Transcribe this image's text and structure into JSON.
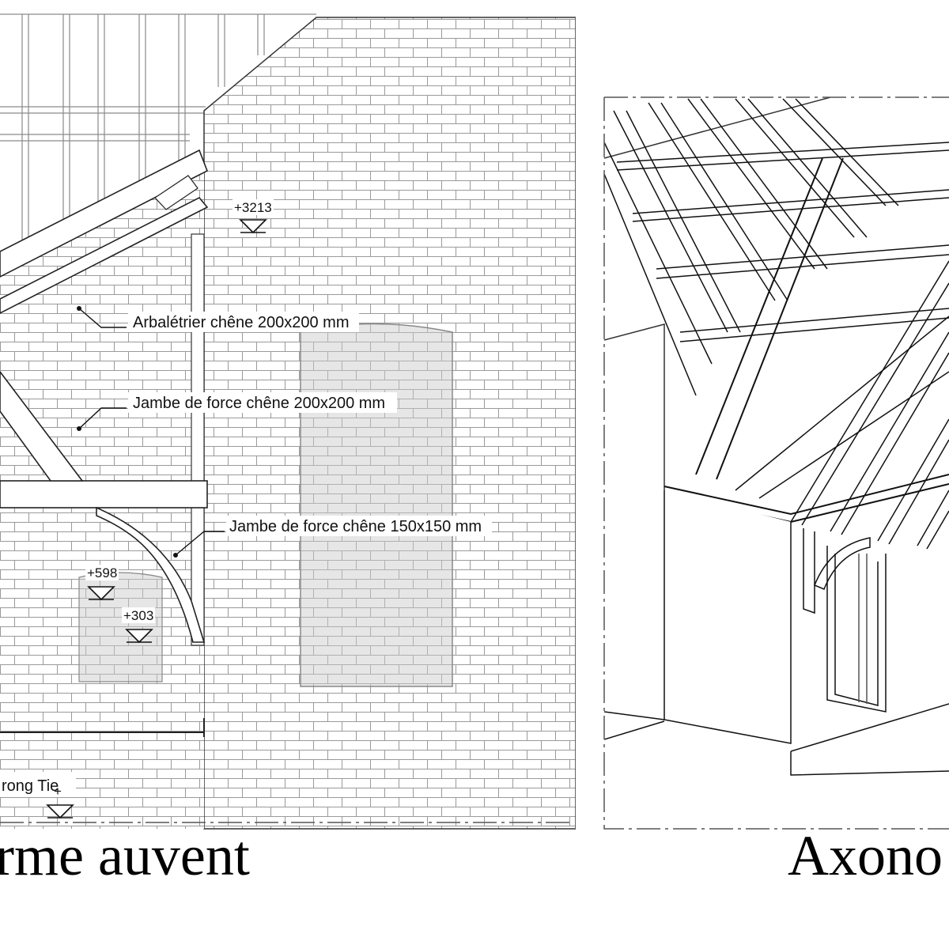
{
  "elevation": {
    "labels": {
      "arbaletrier": "Arbalétrier chêne 200x200 mm",
      "jambe_200": "Jambe de force chêne 200x200 mm",
      "jambe_150": "Jambe de force chêne 150x150 mm",
      "strong_tie": "rong Tie"
    },
    "levels": {
      "top": "+3213",
      "mid": "+598",
      "low": "+303",
      "bottom": "+"
    }
  },
  "captions": {
    "left": "rme auvent",
    "right": "Axono"
  }
}
